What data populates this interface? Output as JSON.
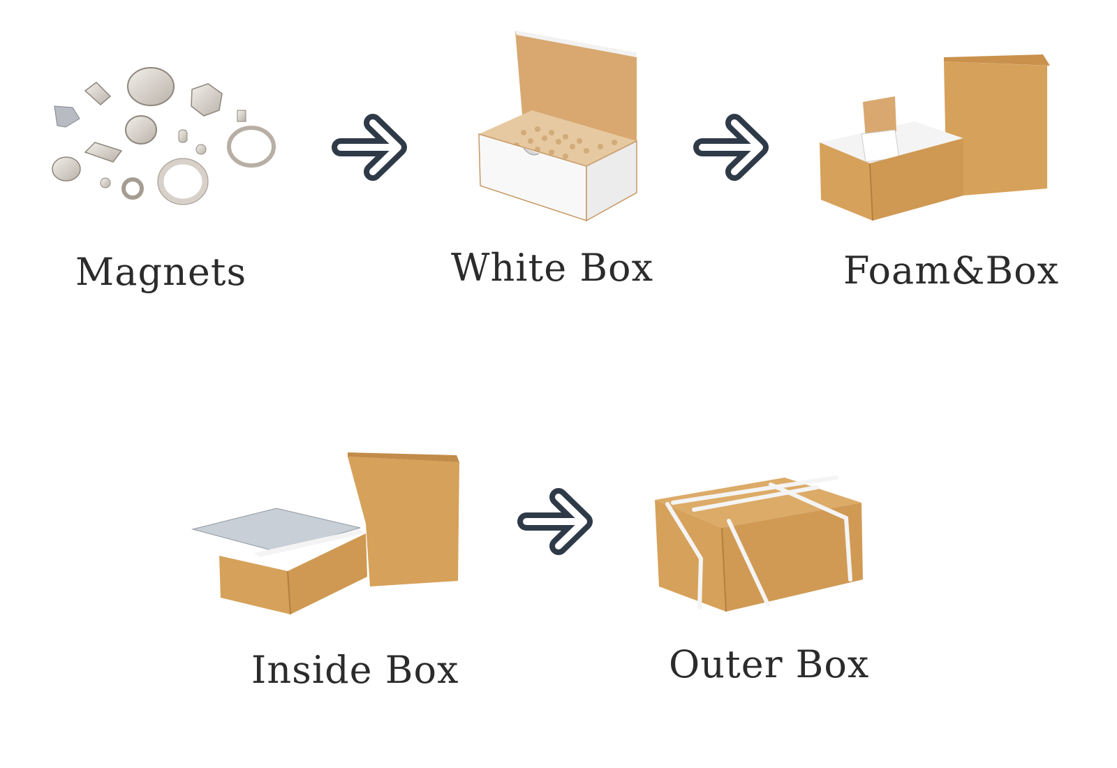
{
  "diagram": {
    "title": "",
    "type": "packaging-process-flow",
    "colors": {
      "arrow": "#2f3a48",
      "label_text": "#2b2b2b",
      "kraft": "#d6a15a",
      "kraft_dark": "#bf8a45",
      "white_box": "#f7f7f7",
      "magnet_metal": "#d9d3cc"
    },
    "steps": [
      {
        "id": "magnets",
        "label": "Magnets",
        "image": "assorted-magnets-image"
      },
      {
        "id": "white-box",
        "label": "White Box",
        "image": "white-box-image"
      },
      {
        "id": "foam-box",
        "label": "Foam&Box",
        "image": "foam-and-box-image"
      },
      {
        "id": "inside-box",
        "label": "Inside Box",
        "image": "inside-box-image"
      },
      {
        "id": "outer-box",
        "label": "Outer Box",
        "image": "outer-box-image"
      }
    ],
    "arrows": [
      {
        "from": "magnets",
        "to": "white-box",
        "icon": "right-arrow-icon"
      },
      {
        "from": "white-box",
        "to": "foam-box",
        "icon": "right-arrow-icon"
      },
      {
        "from": "inside-box",
        "to": "outer-box",
        "icon": "right-arrow-icon"
      }
    ]
  }
}
